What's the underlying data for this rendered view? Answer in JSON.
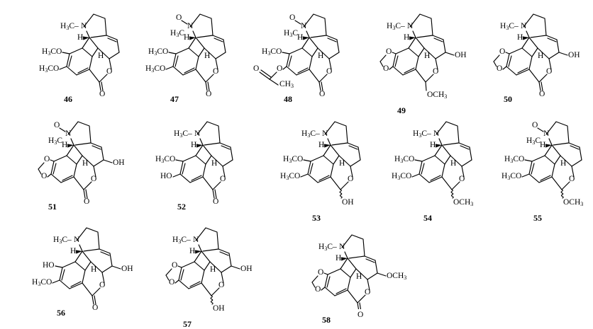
{
  "compounds": [
    {
      "id": "46",
      "kind": "lactone",
      "dioxole": false,
      "nOxide": false,
      "ring": "plain",
      "sub": {
        "upper": "H3CO",
        "lower": "H3CO"
      }
    },
    {
      "id": "47",
      "kind": "lactone",
      "dioxole": false,
      "nOxide": true,
      "ring": "plain",
      "sub": {
        "upper": "H3CO",
        "lower": "H3CO"
      }
    },
    {
      "id": "48",
      "kind": "lactone",
      "dioxole": false,
      "nOxide": true,
      "ring": "plain",
      "sub": {
        "upper": "H3CO",
        "lower": "OAc"
      }
    },
    {
      "id": "49",
      "kind": "acetal",
      "dioxole": true,
      "nOxide": false,
      "ring": "OH",
      "c6": "OCH3",
      "c6wavy": false
    },
    {
      "id": "50",
      "kind": "lactone",
      "dioxole": true,
      "nOxide": false,
      "ring": "OH"
    },
    {
      "id": "51",
      "kind": "lactone",
      "dioxole": true,
      "nOxide": true,
      "ring": "OH"
    },
    {
      "id": "52",
      "kind": "lactone",
      "dioxole": false,
      "nOxide": false,
      "ring": "plain",
      "sub": {
        "upper": "H3CO",
        "lower": "HO"
      }
    },
    {
      "id": "53",
      "kind": "acetal",
      "dioxole": false,
      "nOxide": false,
      "ring": "plain",
      "sub": {
        "upper": "H3CO",
        "lower": "H3CO"
      },
      "c6": "OH",
      "c6wavy": true
    },
    {
      "id": "54",
      "kind": "acetal",
      "dioxole": false,
      "nOxide": false,
      "ring": "plain",
      "sub": {
        "upper": "H3CO",
        "lower": "H3CO"
      },
      "c6": "OCH3",
      "c6wavy": true
    },
    {
      "id": "55",
      "kind": "acetal",
      "dioxole": false,
      "nOxide": true,
      "ring": "plain",
      "sub": {
        "upper": "H3CO",
        "lower": "H3CO"
      },
      "c6": "OCH3",
      "c6wavy": true
    },
    {
      "id": "56",
      "kind": "lactone",
      "dioxole": false,
      "nOxide": false,
      "ring": "OH",
      "sub": {
        "upper": "HO",
        "lower": "H3CO"
      }
    },
    {
      "id": "57",
      "kind": "acetal",
      "dioxole": true,
      "nOxide": false,
      "ring": "OH",
      "c6": "OH",
      "c6wavy": true
    },
    {
      "id": "58",
      "kind": "lactone",
      "dioxole": true,
      "nOxide": false,
      "ring": "OCH3"
    }
  ],
  "atom_labels": {
    "n_methyl": "H3C",
    "nitrogen": "N",
    "n_methyl_right": "CH3",
    "n_oxide": "O",
    "ring_o": "O",
    "carbonyl_o": "O",
    "h": "H",
    "oh": "OH",
    "och3": "OCH3",
    "acetyl_o": "O",
    "acetyl_me": "CH3"
  },
  "colors": {
    "ink": "#000000",
    "paper": "#ffffff"
  }
}
